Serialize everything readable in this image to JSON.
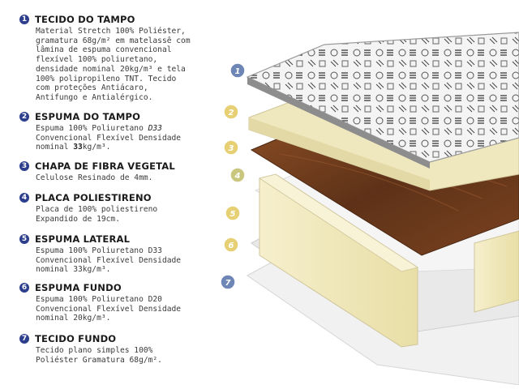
{
  "colors": {
    "badge": "#2c3e8c",
    "foam_yellow": "#efe7bd",
    "wood": "#6b3a1c",
    "bubble_blue": "#6d86b5",
    "bubble_yellow": "#e7cf74",
    "bubble_green": "#c9c77d"
  },
  "items": [
    {
      "num": "1",
      "title": "TECIDO DO TAMPO",
      "desc": "Material Stretch 100% Poliéster,\ngramatura 68g/m² em matelassê com\nlâmina de espuma convencional\nflexível 100% poliuretano,\ndensidade nominal 20kg/m³ e tela\n100% polipropileno TNT. Tecido\ncom proteções Antiácaro,\nAntifungo e Antialérgico."
    },
    {
      "num": "2",
      "title": "ESPUMA DO TAMPO",
      "desc_a": "Espuma 100% Poliuretano ",
      "desc_b": "D33",
      "desc_c": "\nConvencional Flexível Densidade\nnominal ",
      "desc_d": "33",
      "desc_e": "kg/m³."
    },
    {
      "num": "3",
      "title": "CHAPA DE FIBRA VEGETAL",
      "desc": "Celulose Resinado de 4mm."
    },
    {
      "num": "4",
      "title": "PLACA POLIESTIRENO",
      "desc": "Placa de 100% poliestireno\nExpandido de 19cm."
    },
    {
      "num": "5",
      "title": "ESPUMA LATERAL",
      "desc": "Espuma 100% Poliuretano D33\nConvencional Flexível Densidade\nnominal 33kg/m³."
    },
    {
      "num": "6",
      "title": "ESPUMA FUNDO",
      "desc": "Espuma 100% Poliuretano D20\nConvencional Flexível Densidade\nnominal 20kg/m³."
    },
    {
      "num": "7",
      "title": "TECIDO FUNDO",
      "desc": "Tecido plano simples 100%\nPoliéster Gramatura 68g/m²."
    }
  ],
  "bubbles": [
    "1",
    "2",
    "3",
    "4",
    "5",
    "6",
    "7"
  ]
}
